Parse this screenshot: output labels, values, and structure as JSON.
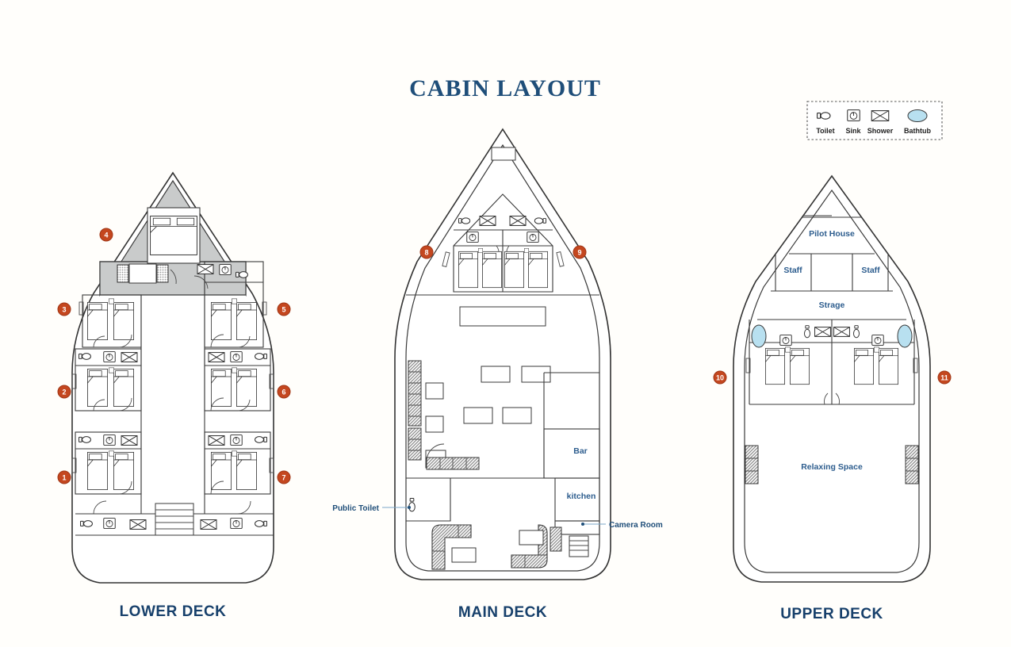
{
  "page": {
    "title": "CABIN LAYOUT",
    "background_color": "#fffefb",
    "title_color": "#1f4e79",
    "label_color": "#2d5d8e",
    "badge_color": "#c4471f",
    "bathtub_color": "#b8e0f0",
    "shade_color": "#c9cbcb"
  },
  "legend": {
    "items": [
      {
        "label": "Toilet",
        "icon": "toilet-icon"
      },
      {
        "label": "Sink",
        "icon": "sink-icon"
      },
      {
        "label": "Shower",
        "icon": "shower-icon"
      },
      {
        "label": "Bathtub",
        "icon": "bathtub-icon"
      }
    ]
  },
  "decks": [
    {
      "id": "lower",
      "label": "LOWER DECK",
      "cabin_badges": [
        "1",
        "2",
        "3",
        "4",
        "5",
        "6",
        "7"
      ],
      "rooms": []
    },
    {
      "id": "main",
      "label": "MAIN DECK",
      "cabin_badges": [
        "8",
        "9"
      ],
      "rooms": [
        {
          "name": "Bar",
          "label": "Bar"
        },
        {
          "name": "kitchen",
          "label": "kitchen"
        }
      ],
      "callouts": [
        {
          "name": "public-toilet",
          "label": "Public Toilet"
        },
        {
          "name": "camera-room",
          "label": "Camera Room"
        }
      ]
    },
    {
      "id": "upper",
      "label": "UPPER DECK",
      "cabin_badges": [
        "10",
        "11"
      ],
      "rooms": [
        {
          "name": "pilot-house",
          "label": "Pilot House"
        },
        {
          "name": "staff-port",
          "label": "Staff"
        },
        {
          "name": "staff-starboard",
          "label": "Staff"
        },
        {
          "name": "storage",
          "label": "Strage"
        },
        {
          "name": "relaxing-space",
          "label": "Relaxing Space"
        }
      ]
    }
  ]
}
